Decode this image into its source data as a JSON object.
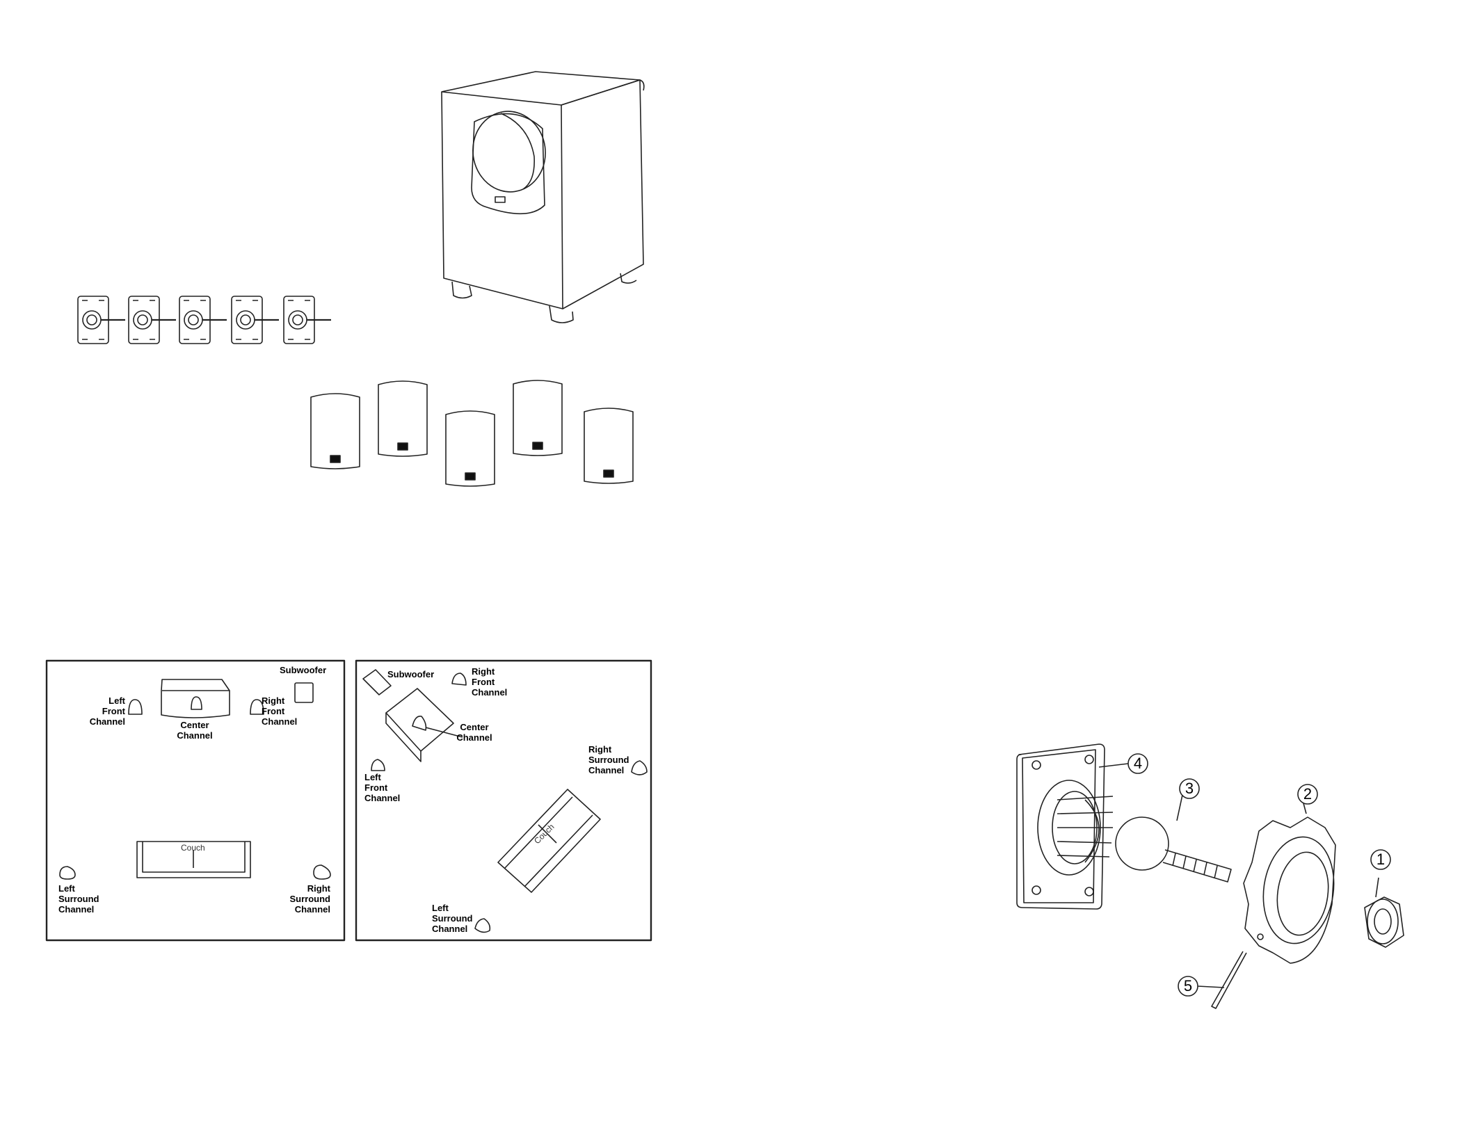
{
  "layout_a": {
    "subwoofer": [
      "Subwoofer"
    ],
    "left_front": [
      "Left",
      "Front",
      "Channel"
    ],
    "center": [
      "Center",
      "Channel"
    ],
    "right_front": [
      "Right",
      "Front",
      "Channel"
    ],
    "couch": "Couch",
    "left_surround": [
      "Left",
      "Surround",
      "Channel"
    ],
    "right_surround": [
      "Right",
      "Surround",
      "Channel"
    ]
  },
  "layout_b": {
    "subwoofer": [
      "Subwoofer"
    ],
    "right_front": [
      "Right",
      "Front",
      "Channel"
    ],
    "center": [
      "Center",
      "Channel"
    ],
    "left_front": [
      "Left",
      "Front",
      "Channel"
    ],
    "right_surround": [
      "Right",
      "Surround",
      "Channel"
    ],
    "couch": "Couch",
    "left_surround": [
      "Left",
      "Surround",
      "Channel"
    ]
  },
  "mount_callouts": [
    "4",
    "3",
    "2",
    "1",
    "5"
  ]
}
